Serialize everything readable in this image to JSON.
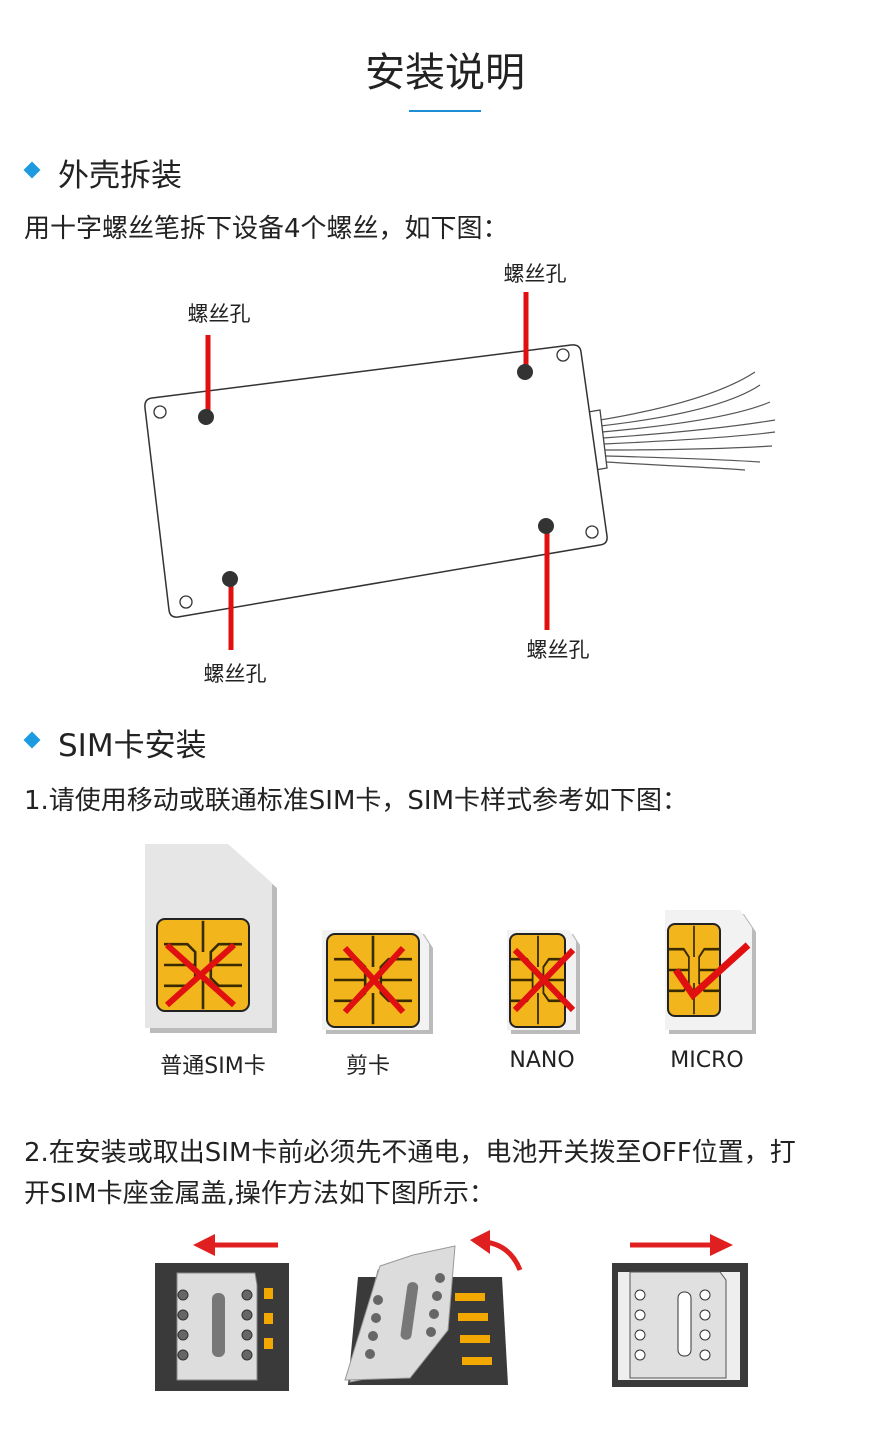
{
  "title": "安装说明",
  "sections": [
    {
      "heading": "外壳拆装",
      "text": "用十字螺丝笔拆下设备4个螺丝，如下图：",
      "diagram_labels": [
        "螺丝孔",
        "螺丝孔",
        "螺丝孔",
        "螺丝孔"
      ]
    },
    {
      "heading": "SIM卡安装",
      "step1": "1.请使用移动或联通标准SIM卡，SIM卡样式参考如下图：",
      "sim_types": [
        {
          "label": "普通SIM卡",
          "status": "invalid"
        },
        {
          "label": "剪卡",
          "status": "invalid"
        },
        {
          "label": "NANO",
          "status": "invalid"
        },
        {
          "label": "MICRO",
          "status": "valid"
        }
      ],
      "step2_line1": "2.在安装或取出SIM卡前必须先不通电，电池开关拨至OFF位置，打",
      "step2_line2": "开SIM卡座金属盖,操作方法如下图所示："
    }
  ],
  "colors": {
    "accent": "#1e9be0",
    "marker": "#e01010",
    "chip": "#f2b51c"
  }
}
